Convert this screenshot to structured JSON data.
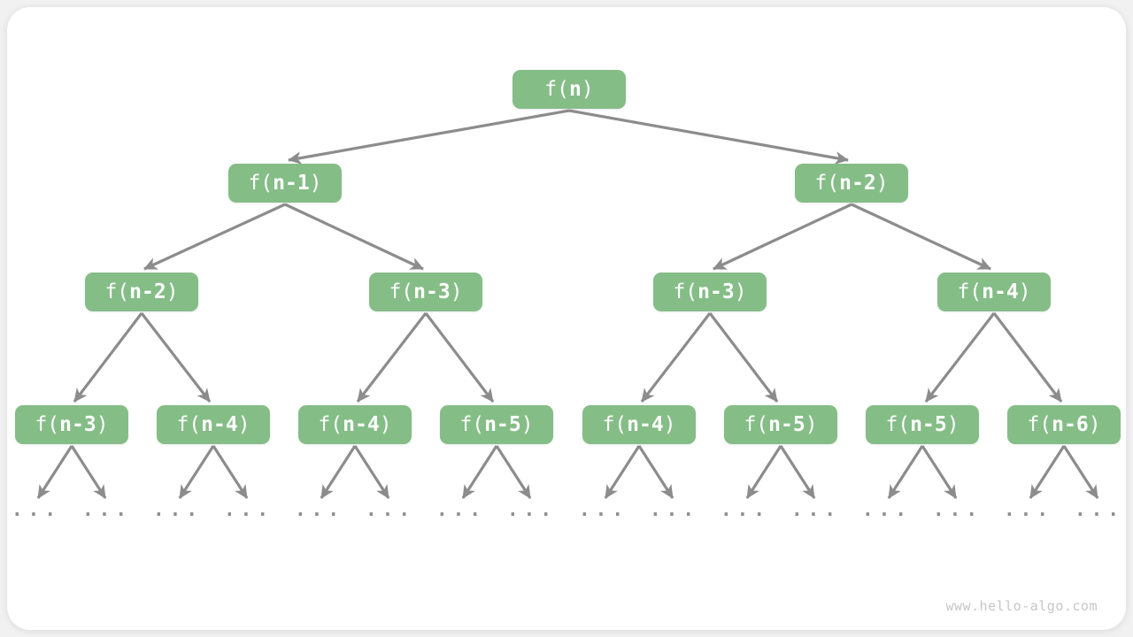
{
  "watermark": "www.hello-algo.com",
  "colors": {
    "node_fill": "#85BD87",
    "node_text": "#FFFFFF",
    "arrow": "#8C8C8C",
    "ellipsis": "#8E8E8E",
    "watermark_text": "#C6C6C6",
    "card_background": "#FFFFFF",
    "page_background": "#F1F1F1"
  },
  "tree": {
    "leaf_ellipsis": "...",
    "levels": [
      {
        "nodes": [
          {
            "prefix": "f(",
            "arg": "n",
            "suffix": ")"
          }
        ]
      },
      {
        "nodes": [
          {
            "prefix": "f(",
            "arg": "n-1",
            "suffix": ")"
          },
          {
            "prefix": "f(",
            "arg": "n-2",
            "suffix": ")"
          }
        ]
      },
      {
        "nodes": [
          {
            "prefix": "f(",
            "arg": "n-2",
            "suffix": ")"
          },
          {
            "prefix": "f(",
            "arg": "n-3",
            "suffix": ")"
          },
          {
            "prefix": "f(",
            "arg": "n-3",
            "suffix": ")"
          },
          {
            "prefix": "f(",
            "arg": "n-4",
            "suffix": ")"
          }
        ]
      },
      {
        "nodes": [
          {
            "prefix": "f(",
            "arg": "n-3",
            "suffix": ")"
          },
          {
            "prefix": "f(",
            "arg": "n-4",
            "suffix": ")"
          },
          {
            "prefix": "f(",
            "arg": "n-4",
            "suffix": ")"
          },
          {
            "prefix": "f(",
            "arg": "n-5",
            "suffix": ")"
          },
          {
            "prefix": "f(",
            "arg": "n-4",
            "suffix": ")"
          },
          {
            "prefix": "f(",
            "arg": "n-5",
            "suffix": ")"
          },
          {
            "prefix": "f(",
            "arg": "n-5",
            "suffix": ")"
          },
          {
            "prefix": "f(",
            "arg": "n-6",
            "suffix": ")"
          }
        ]
      }
    ]
  }
}
